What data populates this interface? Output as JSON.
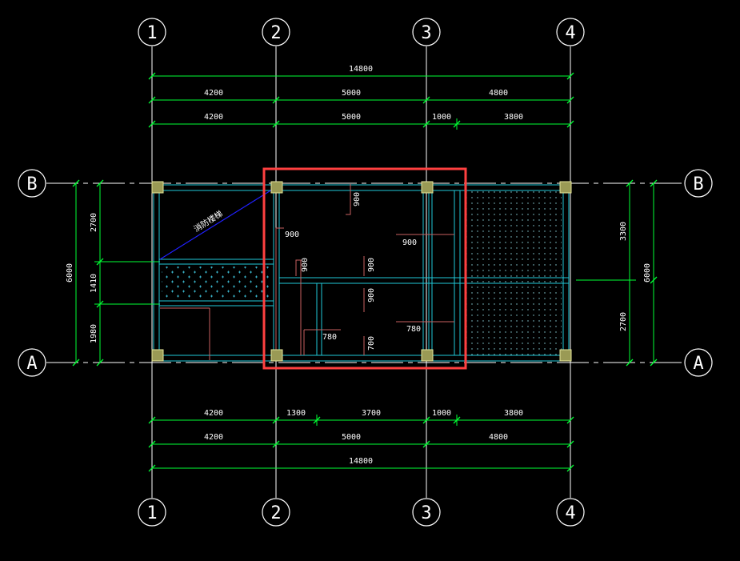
{
  "colors": {
    "background": "#000000",
    "white": "#ffffff",
    "dim": "#00ff33",
    "beam": "#20c8d8",
    "column": "#c8c878",
    "slab": "#c86060",
    "highlight": "#ff4040",
    "stair": "#2020ff"
  },
  "grid_labels": {
    "v1": "1",
    "v2": "2",
    "v3": "3",
    "v4": "4",
    "hA": "A",
    "hB": "B"
  },
  "dims": {
    "top_total": "14800",
    "top_r2": [
      "4200",
      "5000",
      "4800"
    ],
    "top_r3": [
      "4200",
      "5000",
      "1000",
      "3800"
    ],
    "bot_r1": [
      "4200",
      "1300",
      "3700",
      "1000",
      "3800"
    ],
    "bot_r2": [
      "4200",
      "5000",
      "4800"
    ],
    "bot_total": "14800",
    "left_outer": "6000",
    "left_inner": [
      "2700",
      "1410",
      "1980"
    ],
    "right_outer": "6000",
    "right_inner": [
      "3300",
      "2700"
    ]
  },
  "slab_labels": [
    "900",
    "900",
    "900",
    "900",
    "900",
    "900",
    "780",
    "780",
    "700"
  ],
  "stair_label": "消防楼梯"
}
